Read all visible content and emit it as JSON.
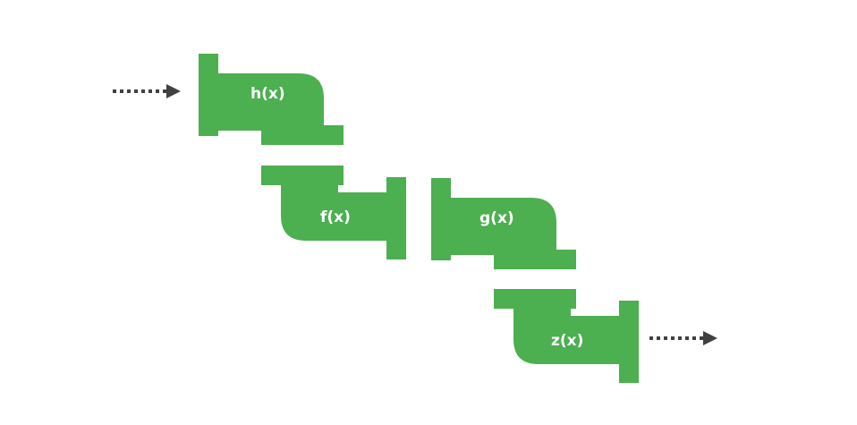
{
  "colors": {
    "pipe": "#4CAF50",
    "arrow": "#404040",
    "background": "#ffffff"
  },
  "pipes": [
    {
      "id": "h",
      "label": "h(x)",
      "shape": "elbow-down"
    },
    {
      "id": "f",
      "label": "f(x)",
      "shape": "elbow-right"
    },
    {
      "id": "g",
      "label": "g(x)",
      "shape": "elbow-down"
    },
    {
      "id": "z",
      "label": "z(x)",
      "shape": "elbow-right"
    }
  ],
  "arrows": [
    {
      "id": "input",
      "direction": "right"
    },
    {
      "id": "output",
      "direction": "right"
    }
  ]
}
